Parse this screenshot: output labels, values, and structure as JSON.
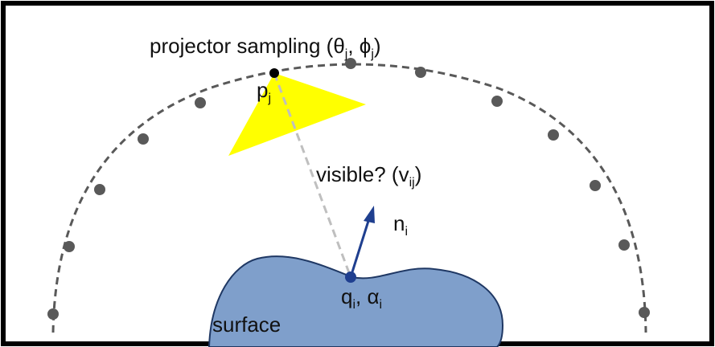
{
  "diagram": {
    "labels": {
      "projector_sampling": {
        "text": "projector sampling (",
        "theta": "θ",
        "theta_sub": "j",
        "sep": ", ",
        "phi": "ϕ",
        "phi_sub": "j",
        "close": ")"
      },
      "projector_point": {
        "base": "p",
        "sub": "j"
      },
      "visibility": {
        "text": "visible? (v",
        "sub": "ij",
        "close": ")"
      },
      "normal": {
        "base": "n",
        "sub": "i"
      },
      "surface_point": {
        "base": "q",
        "sub": "i",
        "sep": ", ",
        "alpha": "α",
        "alpha_sub": "i"
      },
      "surface": "surface"
    },
    "colors": {
      "frame": "#000000",
      "arc": "#595959",
      "sample_dot": "#595959",
      "projector_frustum": "#ffff00",
      "surface_fill": "#7f9fcb",
      "surface_stroke": "#1f3864",
      "normal_arrow": "#1f3f8f",
      "visibility_ray": "#bfbfbf",
      "surface_point": "#1f3f8f",
      "projector_point": "#000000"
    },
    "sample_dot_count": 13
  }
}
